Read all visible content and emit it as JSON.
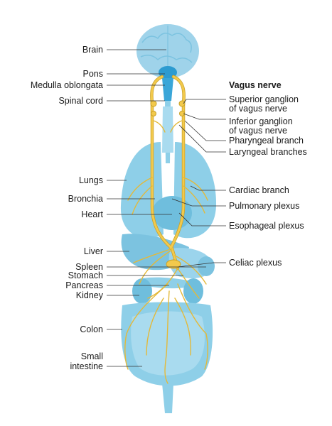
{
  "diagram": {
    "title": "Vagus nerve",
    "colors": {
      "organ": "#8ecfe8",
      "organ_light": "#a9dbef",
      "organ_dark": "#6fbedd",
      "brain": "#9fd3ea",
      "nerve": "#f2c94c",
      "nerve_outline": "#c9a128",
      "leader": "#333333"
    },
    "left_labels": {
      "brain": "Brain",
      "pons": "Pons",
      "medulla": "Medulla oblongata",
      "spinal_cord": "Spinal cord",
      "lungs": "Lungs",
      "bronchia": "Bronchia",
      "heart": "Heart",
      "liver": "Liver",
      "spleen": "Spleen",
      "stomach": "Stomach",
      "pancreas": "Pancreas",
      "kidney": "Kidney",
      "colon": "Colon",
      "small_intestine_1": "Small",
      "small_intestine_2": "intestine"
    },
    "right_labels": {
      "superior_ganglion_1": "Superior ganglion",
      "superior_ganglion_2": "of vagus nerve",
      "inferior_ganglion_1": "Inferior ganglion",
      "inferior_ganglion_2": "of vagus nerve",
      "pharyngeal_branch": "Pharyngeal branch",
      "laryngeal_branches": "Laryngeal branches",
      "cardiac_branch": "Cardiac branch",
      "pulmonary_plexus": "Pulmonary plexus",
      "esophageal_plexus": "Esophageal plexus",
      "celiac_plexus": "Celiac plexus"
    }
  }
}
